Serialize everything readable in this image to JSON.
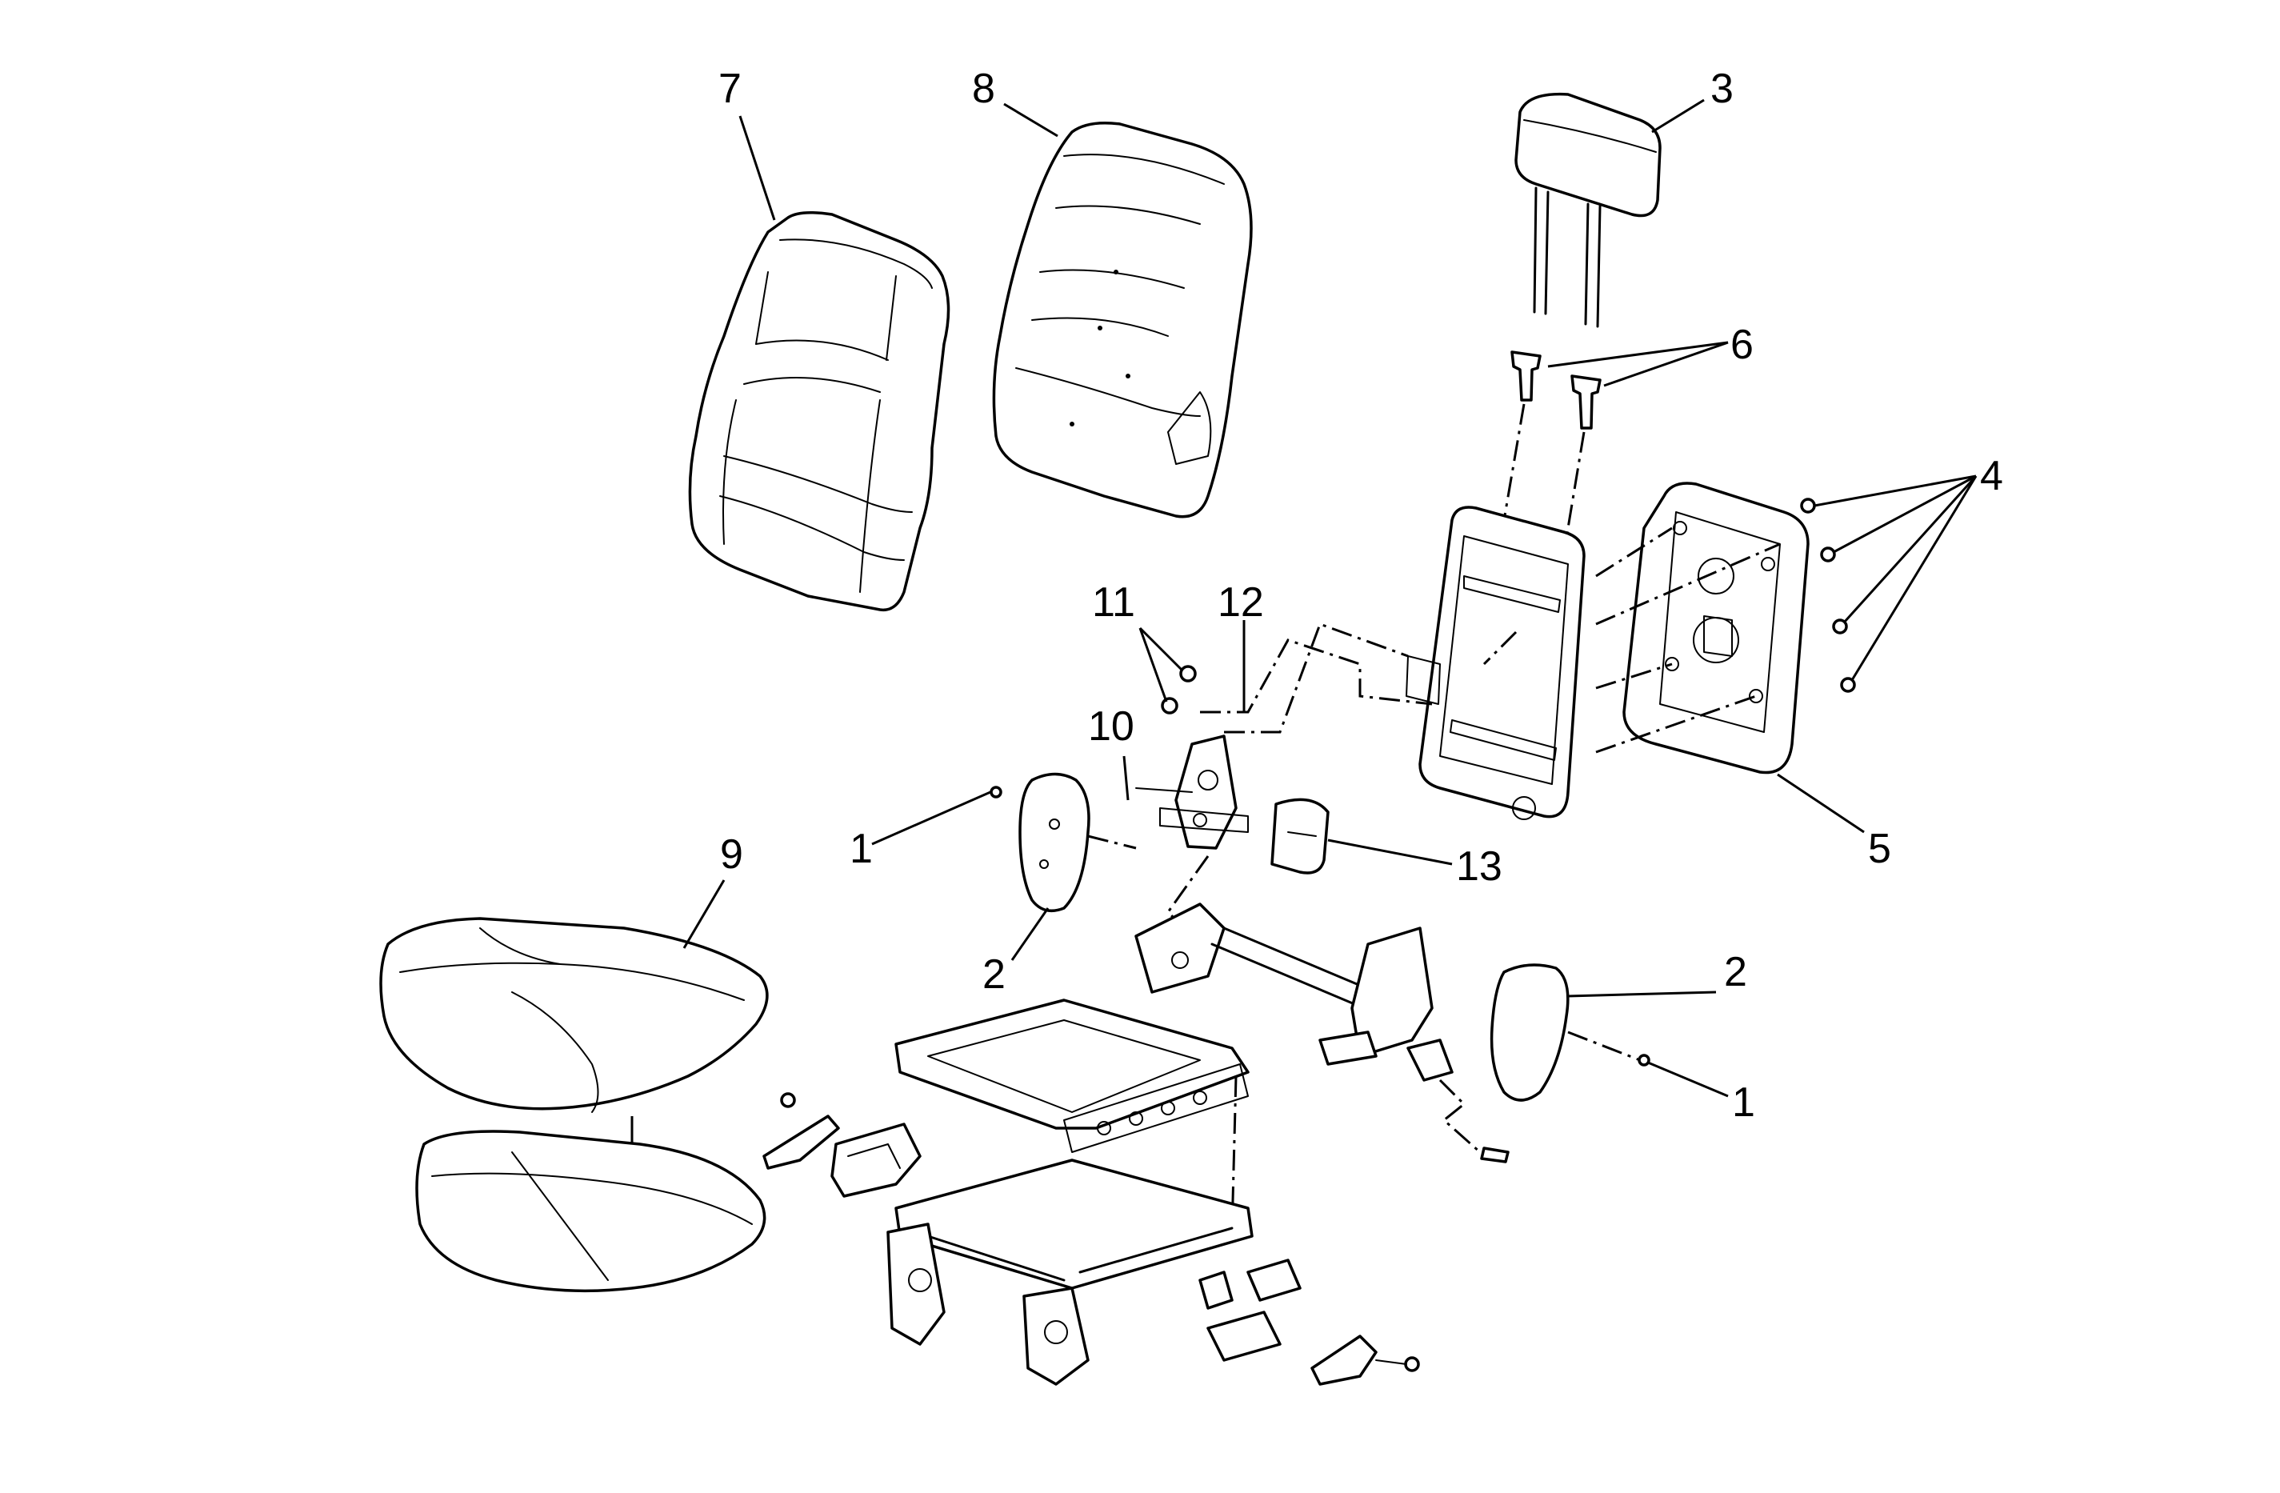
{
  "diagram": {
    "type": "exploded-parts-view",
    "line_color": "#000000",
    "background": "#ffffff",
    "callouts": {
      "c1a": "1",
      "c1b": "1",
      "c2a": "2",
      "c2b": "2",
      "c3": "3",
      "c4": "4",
      "c5": "5",
      "c6": "6",
      "c7": "7",
      "c8": "8",
      "c9": "9",
      "c10": "10",
      "c11": "11",
      "c12": "12",
      "c13": "13"
    }
  }
}
